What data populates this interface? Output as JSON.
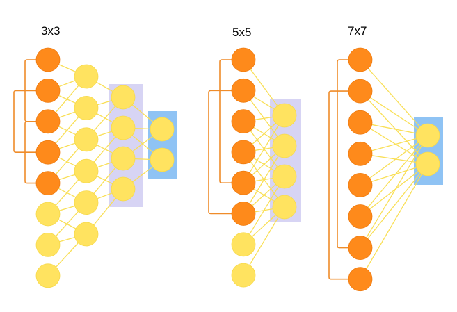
{
  "colors": {
    "background": "#ffffff",
    "orange_node": "#fe8a1b",
    "orange_stroke": "#ee7b10",
    "yellow_node": "#ffe360",
    "edge": "#f9df56",
    "bracket": "#ef8c2a",
    "purple_layer": "#d7d4f4",
    "blue_layer": "#8fc3f4",
    "title_text": "#000000"
  },
  "diagrams": [
    {
      "title": "3x3",
      "columns": [
        {
          "count": 8,
          "orange": [
            0,
            1,
            2,
            3,
            4
          ]
        },
        {
          "count": 6,
          "orange": []
        },
        {
          "count": 4,
          "orange": [],
          "box": "purple"
        },
        {
          "count": 2,
          "orange": [],
          "box": "blue"
        }
      ],
      "brackets": [
        [
          0,
          2
        ],
        [
          1,
          3
        ],
        [
          2,
          4
        ]
      ]
    },
    {
      "title": "5x5",
      "columns": [
        {
          "count": 8,
          "orange": [
            0,
            1,
            2,
            3,
            4,
            5
          ]
        },
        {
          "count": 4,
          "orange": [],
          "box": "purple"
        }
      ],
      "brackets": [
        [
          0,
          4
        ],
        [
          1,
          5
        ]
      ]
    },
    {
      "title": "7x7",
      "columns": [
        {
          "count": 8,
          "orange": [
            0,
            1,
            2,
            3,
            4,
            5,
            6,
            7
          ]
        },
        {
          "count": 2,
          "orange": [],
          "box": "blue"
        }
      ],
      "brackets": [
        [
          0,
          6
        ],
        [
          1,
          7
        ]
      ]
    }
  ]
}
